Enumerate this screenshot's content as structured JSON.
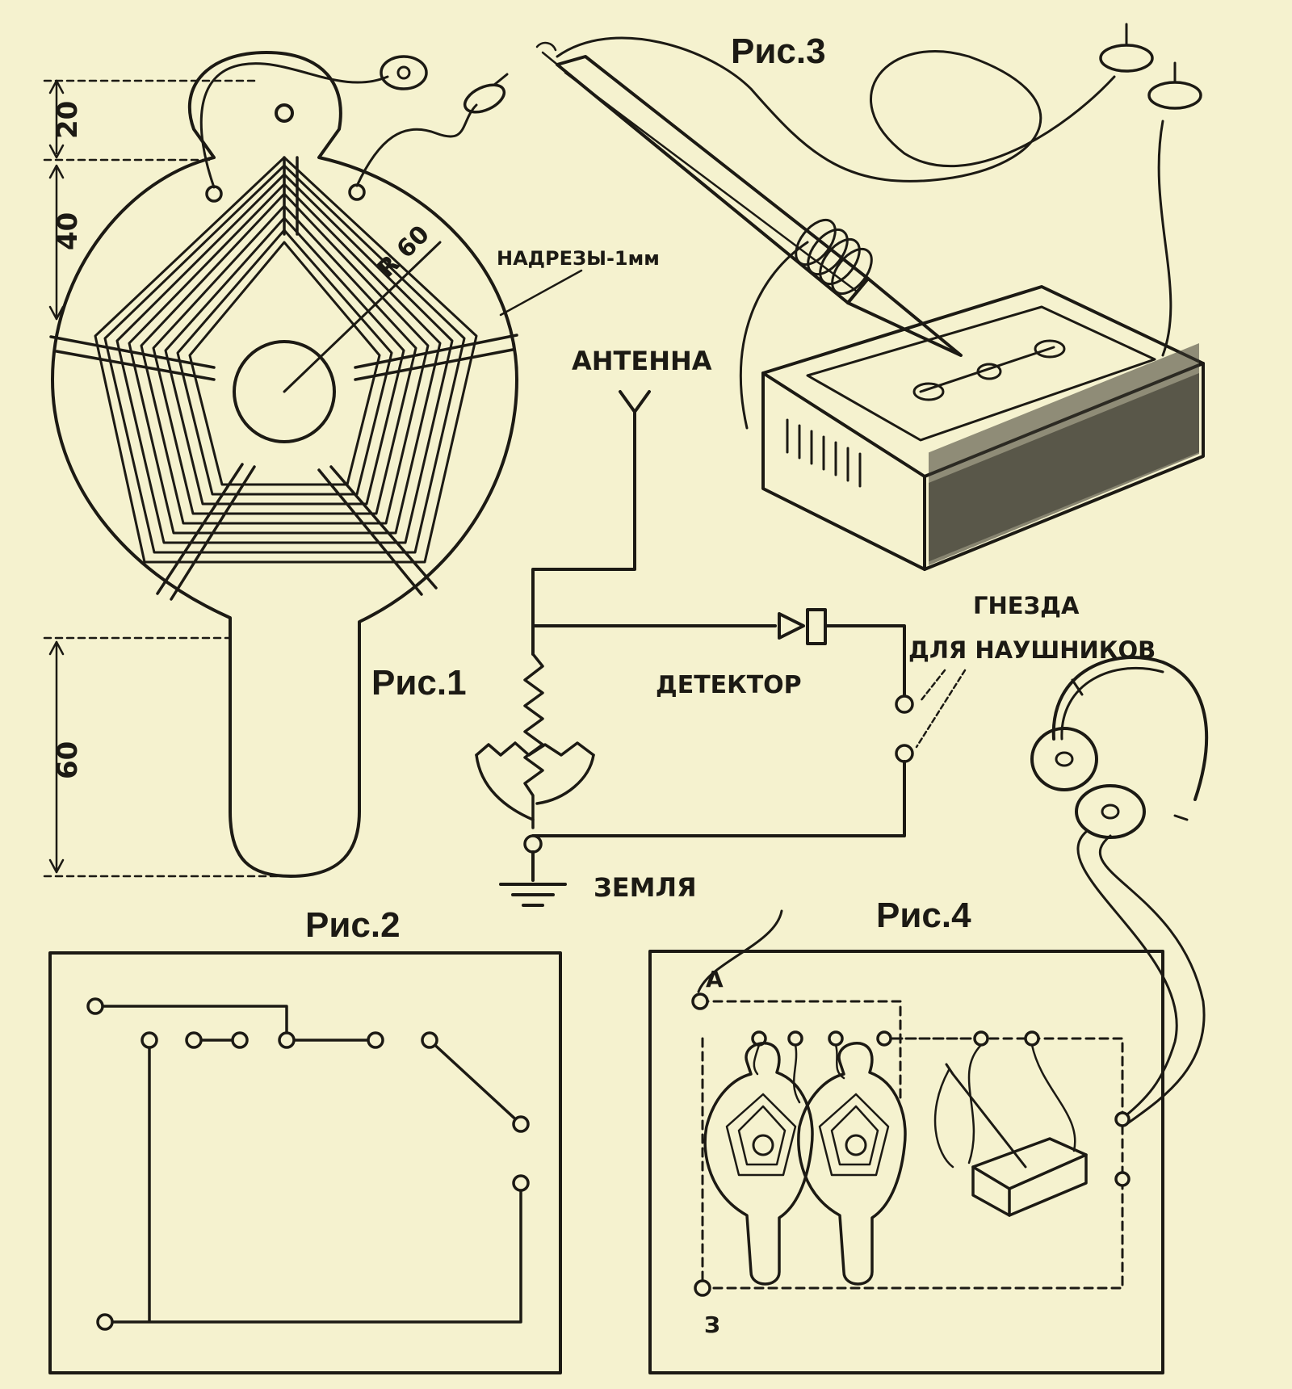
{
  "figures": {
    "fig1": "Рис.1",
    "fig2": "Рис.2",
    "fig3": "Рис.3",
    "fig4": "Рис.4"
  },
  "fig1_labels": {
    "radius": "R 60",
    "notches": "НАДРЕЗЫ-1мм",
    "dim_top": "20",
    "dim_mid": "40",
    "dim_handle": "60"
  },
  "circuit_labels": {
    "antenna": "АНТЕННА",
    "detector": "ДЕТЕКТОР",
    "jacks_line1": "ГНЕЗДА",
    "jacks_line2": "ДЛЯ НАУШНИКОВ",
    "ground": "ЗЕМЛЯ"
  },
  "fig4_labels": {
    "antenna_terminal": "А",
    "ground_terminal": "З"
  },
  "colors": {
    "paper": "#f5f2cf",
    "ink": "#1c1a14"
  }
}
